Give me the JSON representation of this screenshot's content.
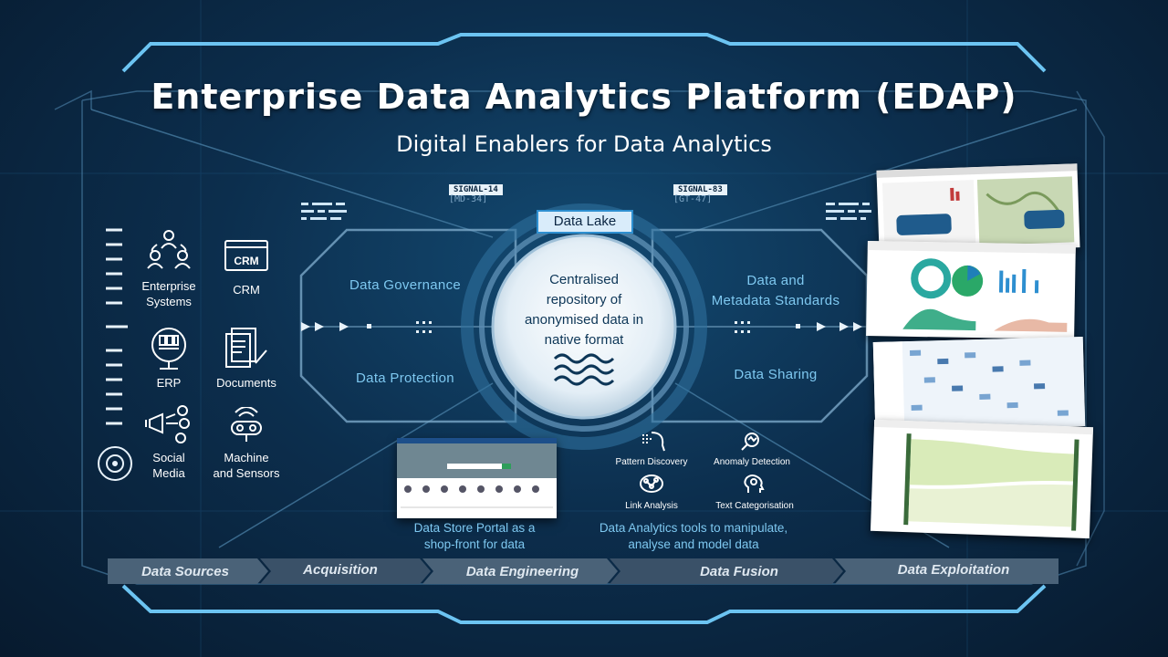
{
  "header": {
    "title": "Enterprise Data Analytics Platform (EDAP)",
    "subtitle": "Digital Enablers for Data Analytics"
  },
  "signals": [
    {
      "label": "SIGNAL-14",
      "code": "[MD-34]"
    },
    {
      "label": "SIGNAL-83",
      "code": "[GT-47]"
    }
  ],
  "data_lake": {
    "title": "Data Lake",
    "description_lines": [
      "Centralised",
      "repository of",
      "anonymised data in",
      "native format"
    ]
  },
  "capabilities": {
    "left_top": "Data Governance",
    "left_bottom": "Data Protection",
    "right_top_lines": [
      "Data and",
      "Metadata Standards"
    ],
    "right_bottom": "Data Sharing"
  },
  "sources": [
    {
      "lines": [
        "Enterprise",
        "Systems"
      ],
      "icon": "people-network-icon"
    },
    {
      "lines": [
        "CRM"
      ],
      "icon": "crm-icon"
    },
    {
      "lines": [
        "ERP"
      ],
      "icon": "database-icon"
    },
    {
      "lines": [
        "Documents"
      ],
      "icon": "documents-icon"
    },
    {
      "lines": [
        "Social",
        "Media"
      ],
      "icon": "megaphone-icon"
    },
    {
      "lines": [
        "Machine",
        "and Sensors"
      ],
      "icon": "sensor-icon"
    }
  ],
  "portal": {
    "caption_lines": [
      "Data Store Portal as a",
      "shop-front for data"
    ]
  },
  "tools": [
    {
      "label": "Pattern Discovery",
      "icon": "pattern-head-icon"
    },
    {
      "label": "Anomaly Detection",
      "icon": "magnifier-icon"
    },
    {
      "label": "Link Analysis",
      "icon": "network-brain-icon"
    },
    {
      "label": "Text Categorisation",
      "icon": "gear-head-icon"
    }
  ],
  "tools_caption_lines": [
    "Data Analytics tools to manipulate,",
    "analyse and model data"
  ],
  "pipeline": [
    "Data Sources",
    "Acquisition",
    "Data Engineering",
    "Data Fusion",
    "Data Exploitation"
  ],
  "colors": {
    "accent": "#7ec8f0",
    "frame": "#5fb6e8",
    "background": "#0c2e4d"
  }
}
